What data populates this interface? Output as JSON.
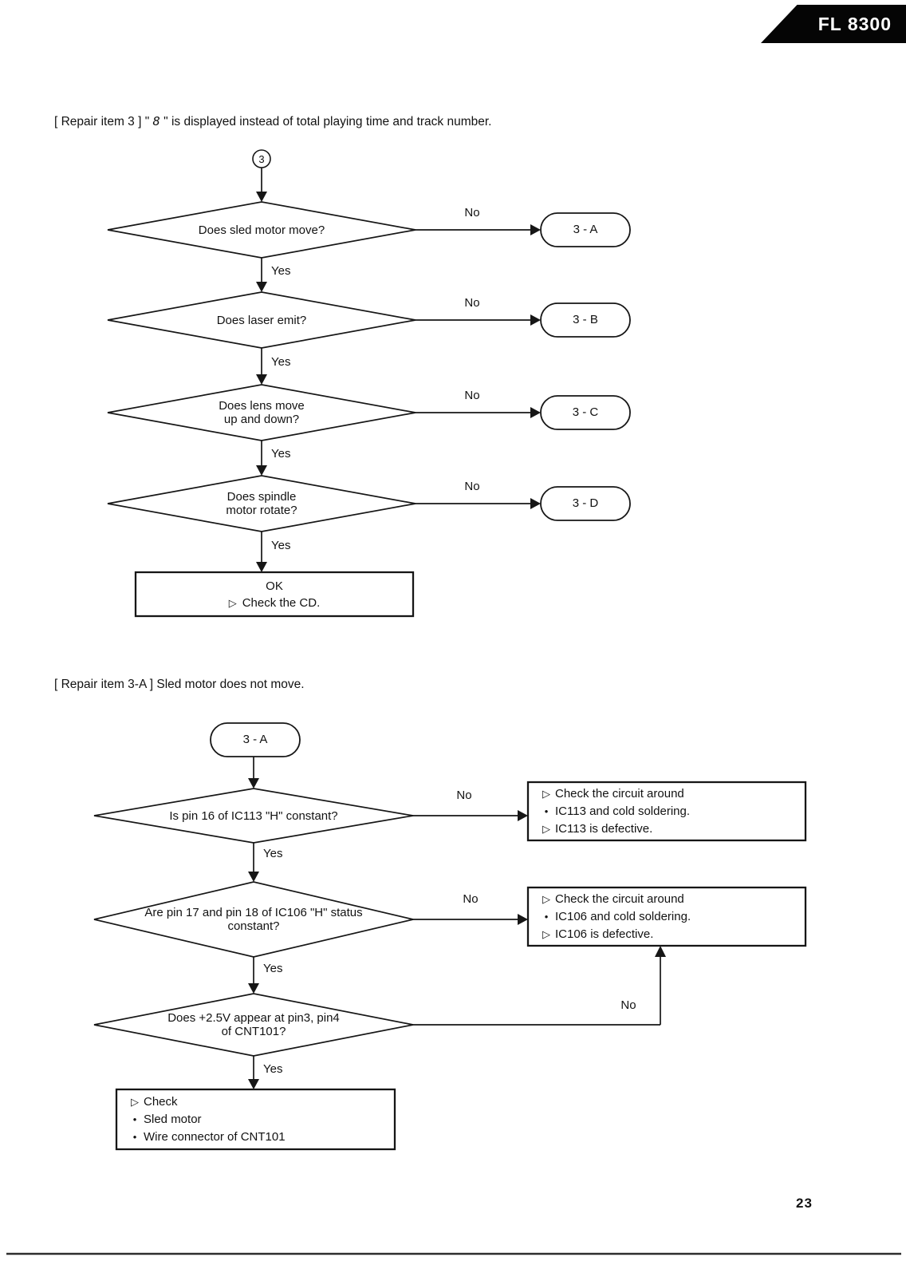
{
  "page": {
    "banner": "FL 8300",
    "page_number": "23",
    "ink_color": "#121212",
    "banner_bg": "#050505",
    "banner_fg": "#ffffff",
    "paper_color": "#ffffff"
  },
  "labels": {
    "yes": "Yes",
    "no": "No"
  },
  "section1": {
    "heading_prefix": "[ Repair item 3 ] \" ",
    "heading_figure": "8",
    "heading_suffix": " \" is displayed instead of total playing time and track number.",
    "start_label": "3",
    "d1": "Does sled motor move?",
    "d2": "Does laser emit?",
    "d3_line1": "Does lens move",
    "d3_line2": "up and down?",
    "d4_line1": "Does spindle",
    "d4_line2": "motor rotate?",
    "pill_a": "3 - A",
    "pill_b": "3 - B",
    "pill_c": "3 - C",
    "pill_d": "3 - D",
    "ok_line1": "OK",
    "ok_marker": "▷",
    "ok_line2": "Check the CD."
  },
  "section2": {
    "heading": "[ Repair item 3-A ] Sled motor does not move.",
    "start_label": "3 - A",
    "d1": "Is pin 16 of IC113 \"H\" constant?",
    "d2_line1": "Are pin 17 and pin 18 of IC106 \"H\" status",
    "d2_line2": "constant?",
    "d3_line1": "Does +2.5V appear at pin3, pin4",
    "d3_line2": "of CNT101?",
    "box1": {
      "l1m": "▷",
      "l1": "Check the circuit around",
      "l2m": "•",
      "l2": "IC113 and cold soldering.",
      "l3m": "▷",
      "l3": "IC113 is defective."
    },
    "box2": {
      "l1m": "▷",
      "l1": "Check the circuit around",
      "l2m": "•",
      "l2": "IC106 and cold soldering.",
      "l3m": "▷",
      "l3": "IC106 is defective."
    },
    "box3": {
      "l1m": "▷",
      "l1": "Check",
      "l2m": "•",
      "l2": "Sled motor",
      "l3m": "•",
      "l3": "Wire connector of CNT101"
    }
  }
}
